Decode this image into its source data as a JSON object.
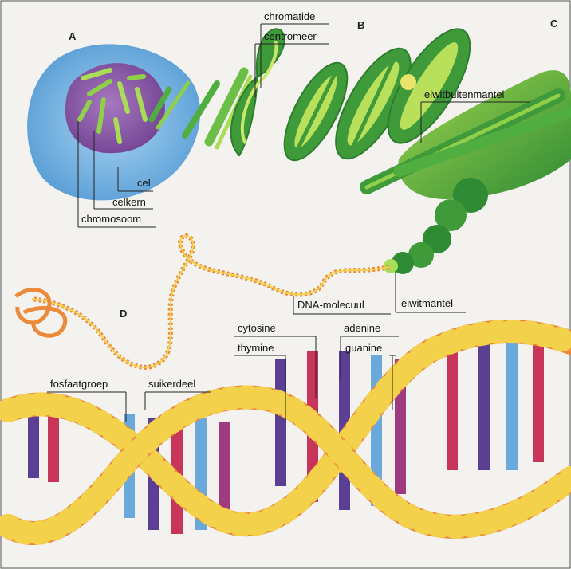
{
  "panels": {
    "a": "A",
    "b": "B",
    "c": "C",
    "d": "D"
  },
  "labels": {
    "chromatide": "chromatide",
    "centromeer": "centromeer",
    "eiwitbuitenmantel": "eiwitbuitenmantel",
    "cel": "cel",
    "celkern": "celkern",
    "chromosoom": "chromosoom",
    "dna_molecuul": "DNA-molecuul",
    "eiwitmantel": "eiwitmantel",
    "cytosine": "cytosine",
    "thymine": "thymine",
    "adenine": "adenine",
    "guanine": "guanine",
    "fosfaatgroep": "fosfaatgroep",
    "suikerdeel": "suikerdeel"
  },
  "colors": {
    "cell": "#7fb6e2",
    "nucleus": "#8b5aa6",
    "chromosome": "#4fae3f",
    "chromosome_light": "#a9dd56",
    "strand": "#ea8a3a",
    "strand_stripe": "#f4d14a",
    "base_purple": "#5a3f95",
    "base_blue": "#6aa9dc",
    "base_red": "#c8355a",
    "base_magenta": "#a03a80"
  }
}
